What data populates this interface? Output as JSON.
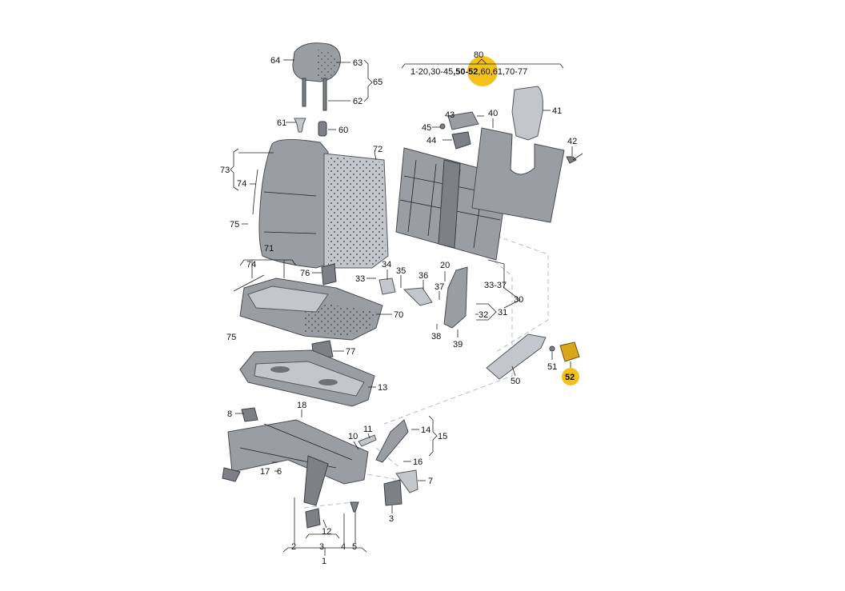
{
  "assembly": {
    "number": "80",
    "includes": "1-20,30-45,50-52,60,61,70-77",
    "includes_parts": [
      "1-20,30-45",
      ",50-52",
      ",60,61,70-77"
    ]
  },
  "colors": {
    "highlight": "#f2c21b",
    "part_fill": "#9a9ea3",
    "dashed_line": "#b7bdc6"
  },
  "callouts": {
    "c1": "1",
    "c2": "2",
    "c3a": "3",
    "c3b": "3",
    "c4": "4",
    "c5": "5",
    "c6": "6",
    "c7": "7",
    "c8": "8",
    "c10": "10",
    "c11": "11",
    "c12": "12",
    "c13": "13",
    "c14": "14",
    "c15": "15",
    "c16": "16",
    "c17": "17",
    "c18": "18",
    "c20": "20",
    "c30": "30",
    "c31": "31",
    "c32": "32",
    "c33a": "33",
    "c3337": "33-37",
    "c34": "34",
    "c35": "35",
    "c36": "36",
    "c37": "37",
    "c38": "38",
    "c39": "39",
    "c40": "40",
    "c41": "41",
    "c42": "42",
    "c43": "43",
    "c44": "44",
    "c45": "45",
    "c50": "50",
    "c51": "51",
    "c52": "52",
    "c60": "60",
    "c61": "61",
    "c62": "62",
    "c63": "63",
    "c64": "64",
    "c65": "65",
    "c70": "70",
    "c71": "71",
    "c72": "72",
    "c73": "73",
    "c74a": "74",
    "c74b": "74",
    "c75a": "75",
    "c75b": "75",
    "c76": "76",
    "c77": "77"
  }
}
